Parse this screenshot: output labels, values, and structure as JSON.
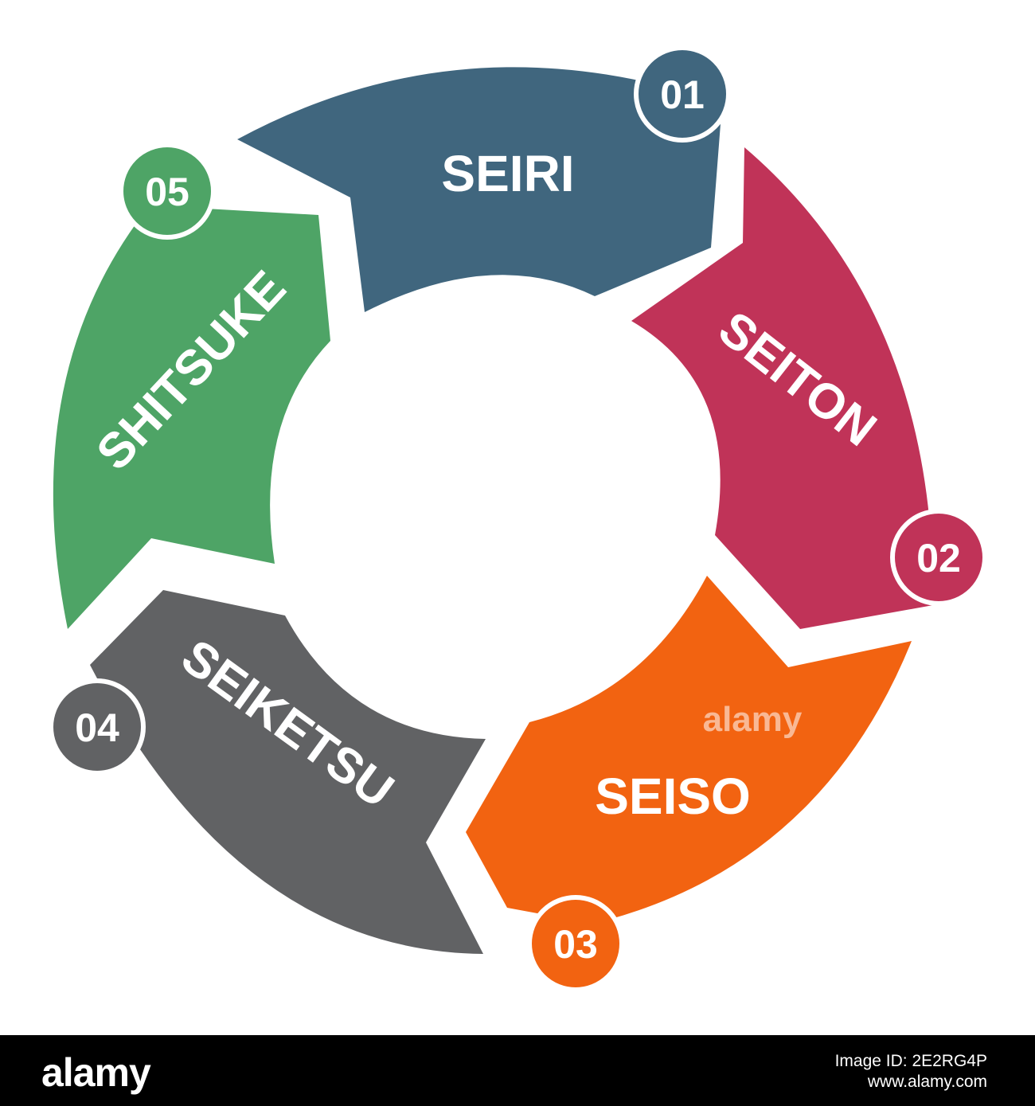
{
  "diagram": {
    "segments": [
      {
        "number": "01",
        "label": "SEIRI",
        "color": "#40667e"
      },
      {
        "number": "02",
        "label": "SEITON",
        "color": "#c03358"
      },
      {
        "number": "03",
        "label": "SEISO",
        "color": "#f26311"
      },
      {
        "number": "04",
        "label": "SEIKETSU",
        "color": "#616264"
      },
      {
        "number": "05",
        "label": "SHITSUKE",
        "color": "#4ea466"
      }
    ],
    "watermark": "alamy"
  },
  "footer": {
    "brand": "alamy",
    "image_id": "Image ID: 2E2RG4P",
    "url": "www.alamy.com"
  }
}
